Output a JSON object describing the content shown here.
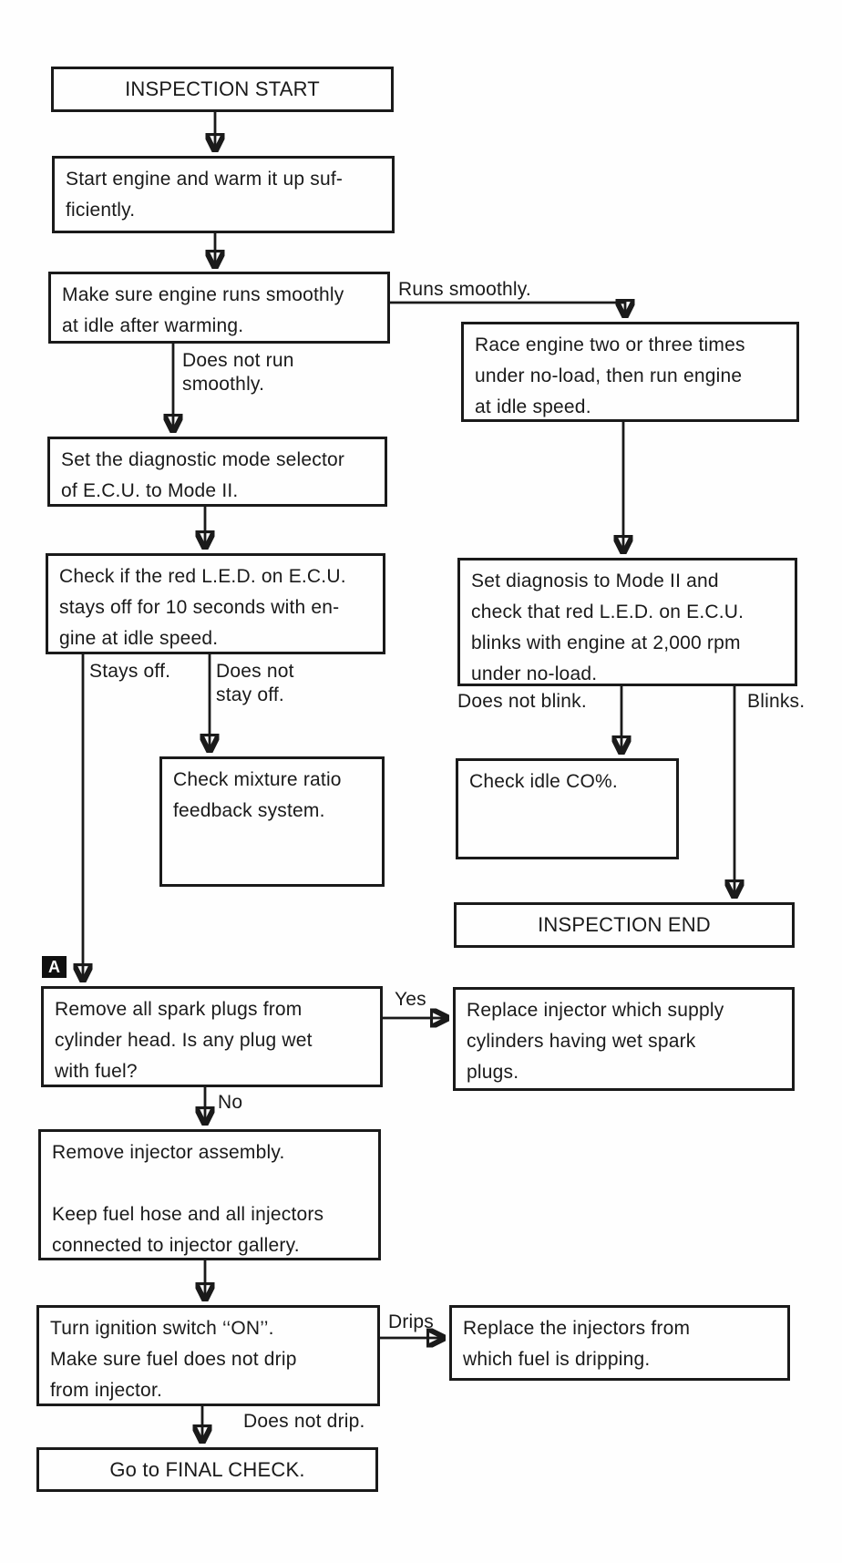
{
  "diagram": {
    "kind": "flowchart",
    "colors": {
      "ink": "#1a1a1a",
      "background": "#fefefe"
    },
    "nodes": {
      "inspection_start": "INSPECTION START",
      "start_engine": "Start engine and warm it up suf-\nficiently.",
      "idle_check": "Make sure engine runs smoothly\nat idle after warming.",
      "race_engine": "Race engine two or three times\nunder no-load, then run engine\nat idle speed.",
      "set_mode": "Set the diagnostic mode selector\nof E.C.U. to Mode II.",
      "led_stays_off": "Check if the red L.E.D. on E.C.U.\nstays off for 10 seconds with en-\ngine at idle speed.",
      "mode2_blink": "Set diagnosis to Mode II and\ncheck that red L.E.D. on E.C.U.\nblinks with engine at 2,000 rpm\nunder no-load.",
      "mixture_feedback": "Check mixture ratio\nfeedback system.",
      "idle_co": "Check idle CO%.",
      "inspection_end": "INSPECTION END",
      "spark_plugs": "Remove all spark plugs from\ncylinder head. Is any plug wet\nwith fuel?",
      "replace_wet": "Replace injector which supply\ncylinders having wet spark\nplugs.",
      "remove_assembly": "Remove injector assembly.\n\nKeep fuel hose and all injectors\nconnected to injector gallery.",
      "ignition_on": "Turn ignition switch ‘‘ON’’.\nMake sure fuel does not drip\nfrom injector.",
      "replace_dripping": "Replace the injectors from\nwhich fuel is dripping.",
      "final_check": "Go to FINAL CHECK."
    },
    "edge_labels": {
      "runs_smoothly": "Runs smoothly.",
      "not_smoothly": "Does not run\nsmoothly.",
      "stays_off": "Stays off.",
      "not_stay_off": "Does not\nstay off.",
      "not_blink": "Does not blink.",
      "blinks": "Blinks.",
      "yes": "Yes",
      "no": "No",
      "drips": "Drips",
      "not_drip": "Does not drip."
    },
    "marker_a": "A"
  }
}
